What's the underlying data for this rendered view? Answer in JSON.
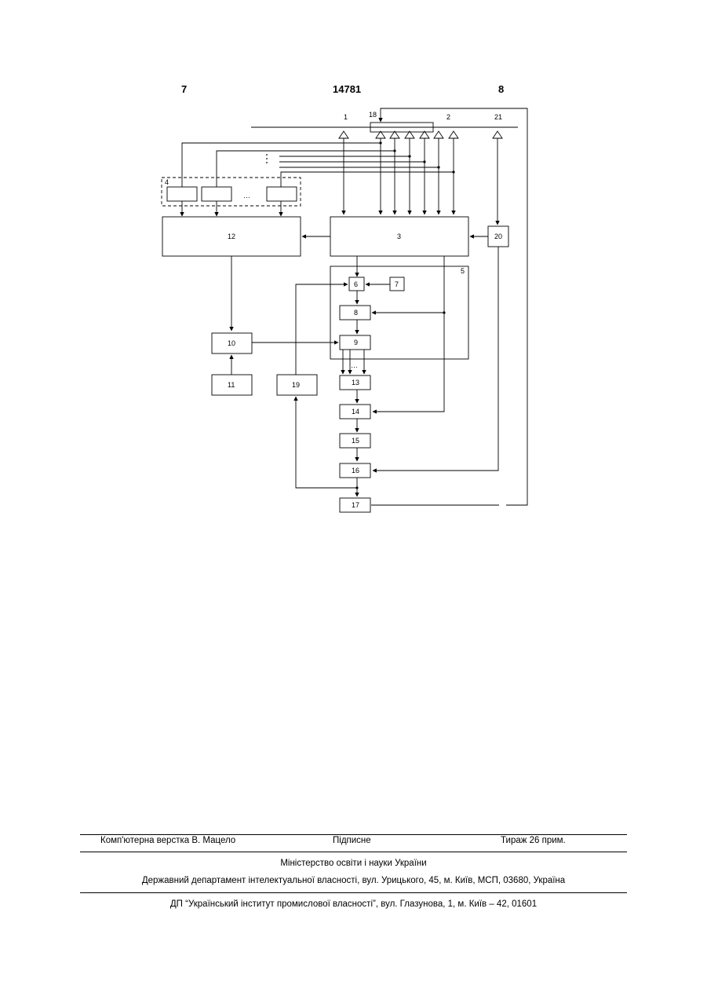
{
  "header": {
    "left_page": "7",
    "patent_number": "14781",
    "right_page": "8"
  },
  "diagram": {
    "labels": {
      "n1": "1",
      "n2": "2",
      "n3": "3",
      "n4": "4",
      "n5": "5",
      "n6": "6",
      "n7": "7",
      "n8": "8",
      "n9": "9",
      "n10": "10",
      "n11": "11",
      "n12": "12",
      "n13": "13",
      "n14": "14",
      "n15": "15",
      "n16": "16",
      "n17": "17",
      "n18": "18",
      "n19": "19",
      "n20": "20",
      "n21": "21"
    },
    "ellipsis": "…"
  },
  "footer": {
    "layout": "Комп'ютерна верстка В. Мацело",
    "signed": "Підписне",
    "circulation": "Тираж 26 прим.",
    "ministry": "Міністерство освіти і науки України",
    "department": "Державний департамент інтелектуальної власності, вул. Урицького, 45, м. Київ, МСП, 03680, Україна",
    "institute": "ДП “Український інститут промислової власності”, вул. Глазунова, 1, м. Київ – 42, 01601"
  }
}
